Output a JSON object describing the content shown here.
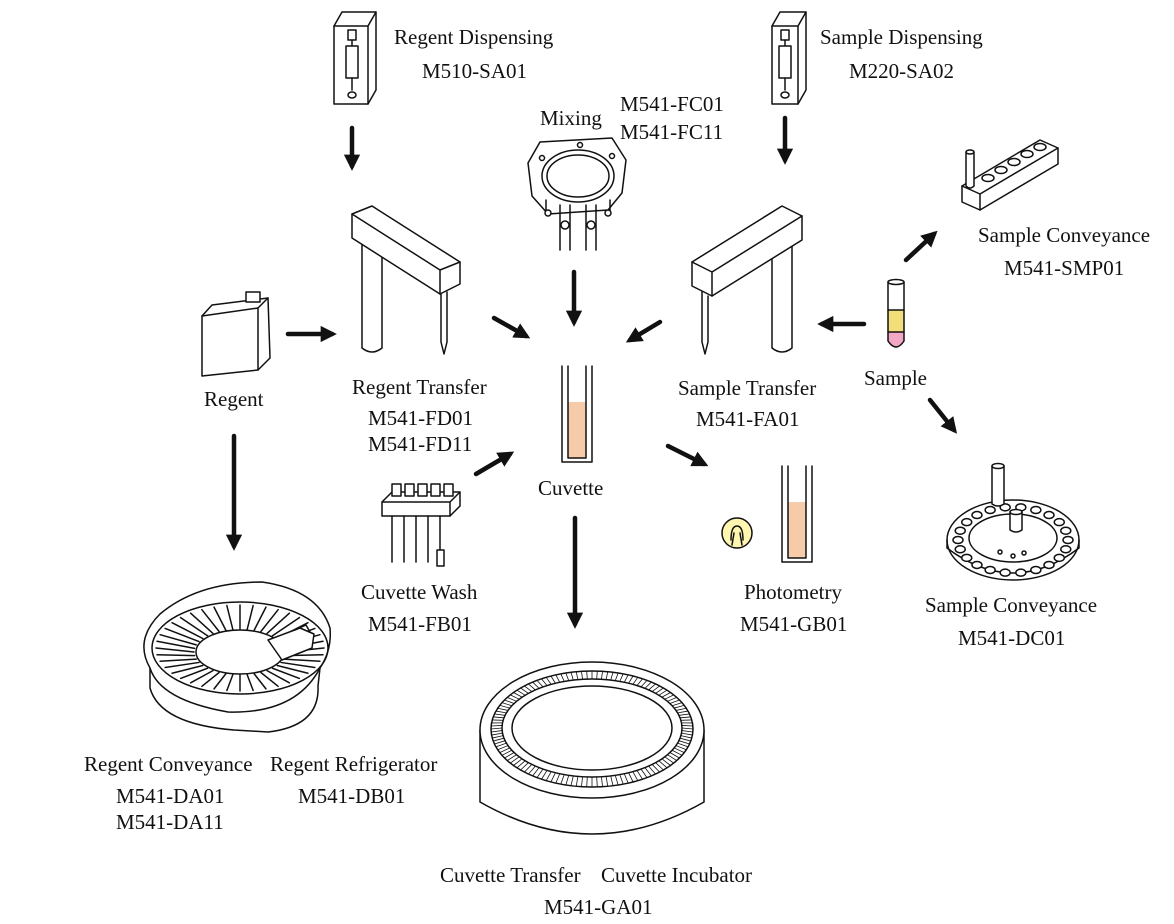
{
  "colors": {
    "stroke": "#111111",
    "liquid": "#f6cba9",
    "sample_tube_top": "#f3df7a",
    "sample_tube_bottom": "#f2a8c4",
    "lamp_glow": "#fff7b0"
  },
  "labels": {
    "regent_dispensing": "Regent Dispensing",
    "regent_dispensing_code": "M510-SA01",
    "sample_dispensing": "Sample Dispensing",
    "sample_dispensing_code": "M220-SA02",
    "mixing": "Mixing",
    "mixing_code_1": "M541-FC01",
    "mixing_code_2": "M541-FC11",
    "sample_conveyance_top": "Sample Conveyance",
    "sample_conveyance_top_code": "M541-SMP01",
    "regent": "Regent",
    "regent_transfer": "Regent Transfer",
    "regent_transfer_code_1": "M541-FD01",
    "regent_transfer_code_2": "M541-FD11",
    "sample_transfer": "Sample Transfer",
    "sample_transfer_code": "M541-FA01",
    "sample": "Sample",
    "cuvette": "Cuvette",
    "cuvette_wash": "Cuvette Wash",
    "cuvette_wash_code": "M541-FB01",
    "photometry": "Photometry",
    "photometry_code": "M541-GB01",
    "sample_conveyance_right": "Sample Conveyance",
    "sample_conveyance_right_code": "M541-DC01",
    "regent_conveyance": "Regent Conveyance",
    "regent_conveyance_code_1": "M541-DA01",
    "regent_conveyance_code_2": "M541-DA11",
    "regent_refrigerator": "Regent Refrigerator",
    "regent_refrigerator_code": "M541-DB01",
    "cuvette_transfer": "Cuvette Transfer",
    "cuvette_incubator": "Cuvette Incubator",
    "cuvette_code": "M541-GA01"
  }
}
